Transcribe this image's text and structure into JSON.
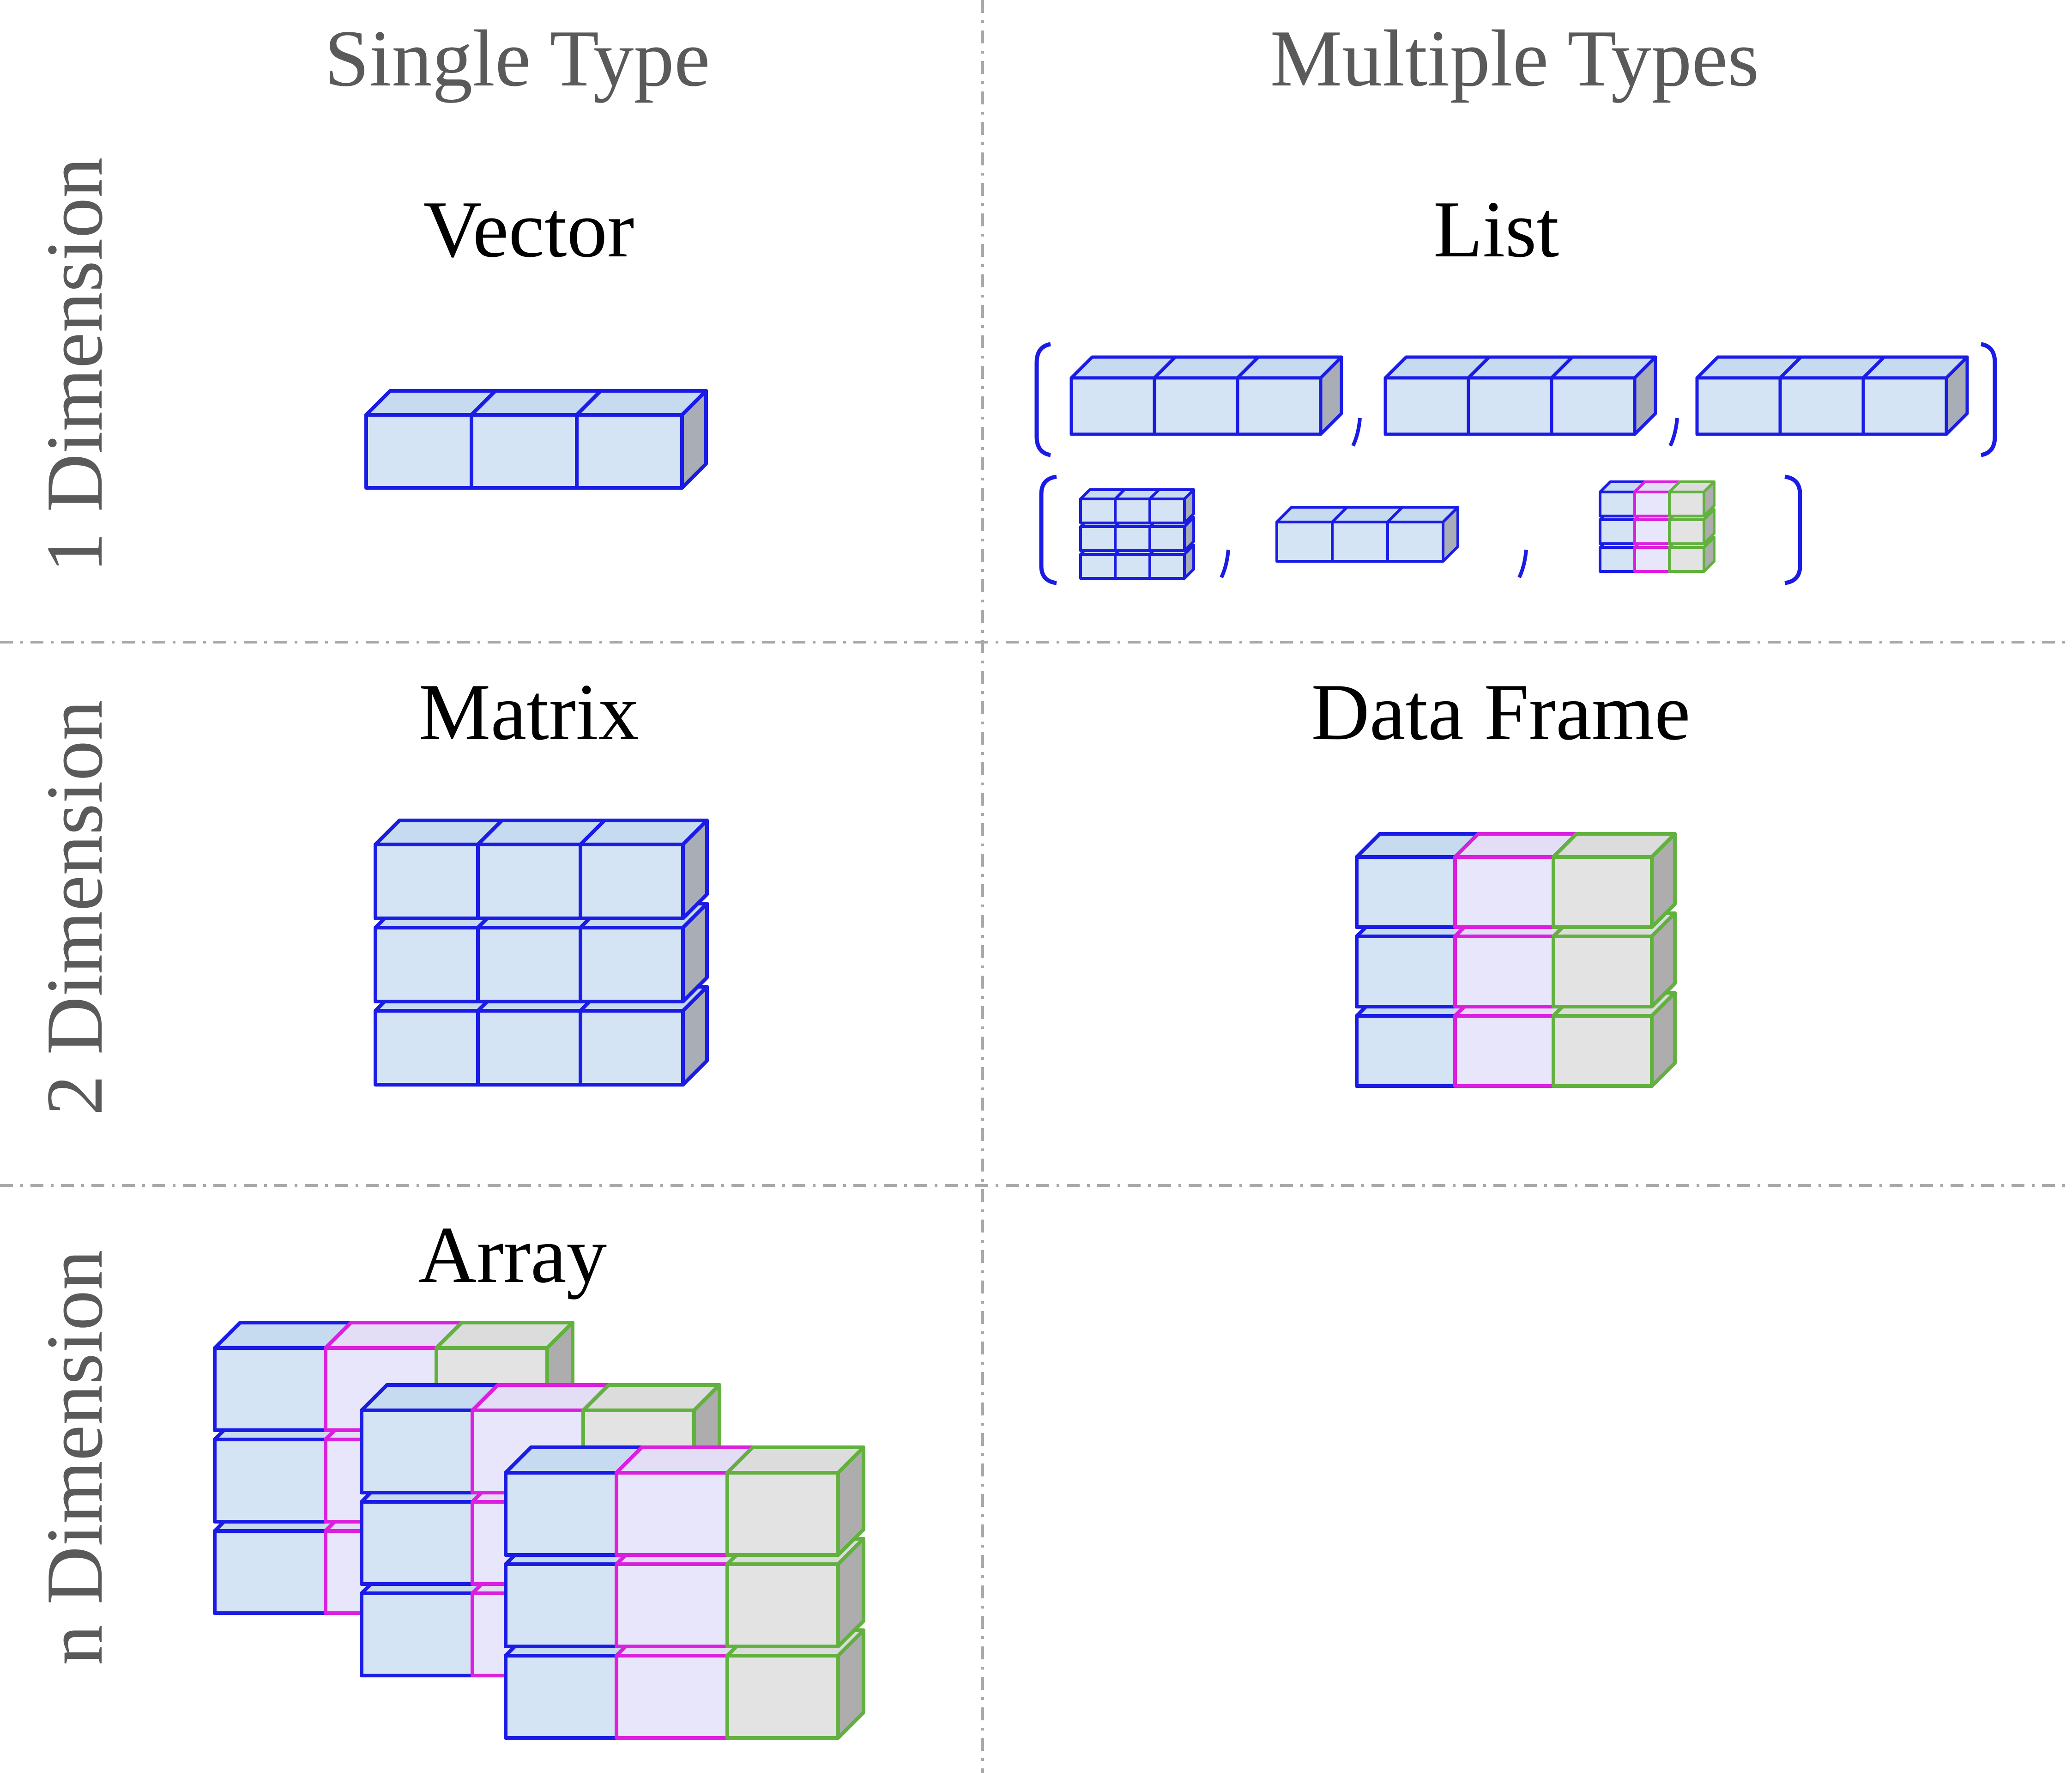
{
  "column_headers": [
    "Single Type",
    "Multiple Types"
  ],
  "row_headers": [
    "1 Dimension",
    "2 Dimension",
    "n Dimension"
  ],
  "structures": {
    "vector": "Vector",
    "list": "List",
    "matrix": "Matrix",
    "data_frame": "Data Frame",
    "array": "Array"
  },
  "colors": {
    "blue_stroke": "#1b1be6",
    "blue_fill": "#d4e4f4",
    "blue_top": "#c6daf0",
    "blue_side": "#a9aeb6",
    "magenta_stroke": "#dc1ede",
    "magenta_fill": "#e7e6fb",
    "magenta_top": "#e3ddf6",
    "green_stroke": "#62b13f",
    "green_fill": "#e3e3e3",
    "green_top": "#dcdcdc",
    "green_side": "#adadad",
    "header_text": "#5a5a5a",
    "label_text": "#000000",
    "divider": "#a8a8a8"
  }
}
